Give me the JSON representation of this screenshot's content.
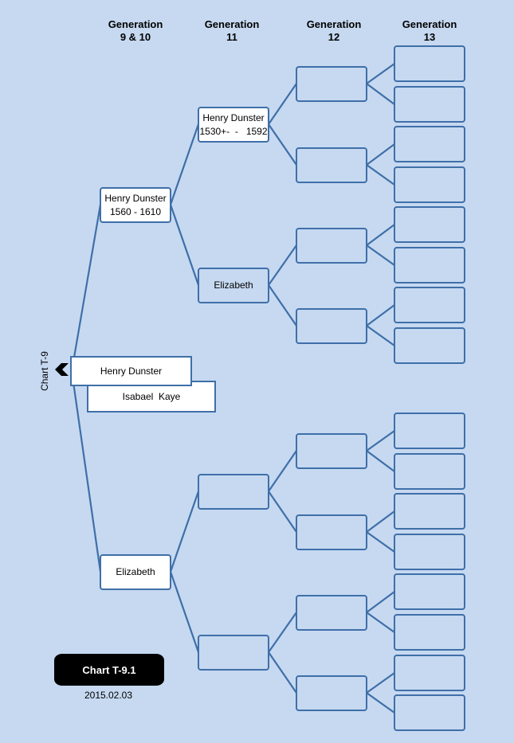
{
  "headers": [
    {
      "id": "gen-9-10",
      "line1": "Generation",
      "line2": "9 & 10"
    },
    {
      "id": "gen-11",
      "line1": "Generation",
      "line2": "11"
    },
    {
      "id": "gen-12",
      "line1": "Generation",
      "line2": "12"
    },
    {
      "id": "gen-13",
      "line1": "Generation",
      "line2": "13"
    }
  ],
  "subject": {
    "name": "Henry Dunster",
    "spouse": "Isabael  Kaye"
  },
  "chart_ref": "Chart T-9",
  "gen_9_10": {
    "father": {
      "name": "Henry Dunster",
      "dates": "1560 - 1610"
    },
    "mother": {
      "name": "Elizabeth"
    }
  },
  "gen_11": {
    "paternal_grandfather": {
      "name": "Henry Dunster",
      "dates": "1530+-  -   1592"
    },
    "paternal_grandmother": {
      "name": "Elizabeth"
    }
  },
  "chart_label": "Chart T-9.1",
  "chart_date": "2015.02.03",
  "colors": {
    "background": "#c6d9f1",
    "line": "#3f6fa8",
    "box_fill": "#ffffff",
    "label_bg": "#000000"
  }
}
